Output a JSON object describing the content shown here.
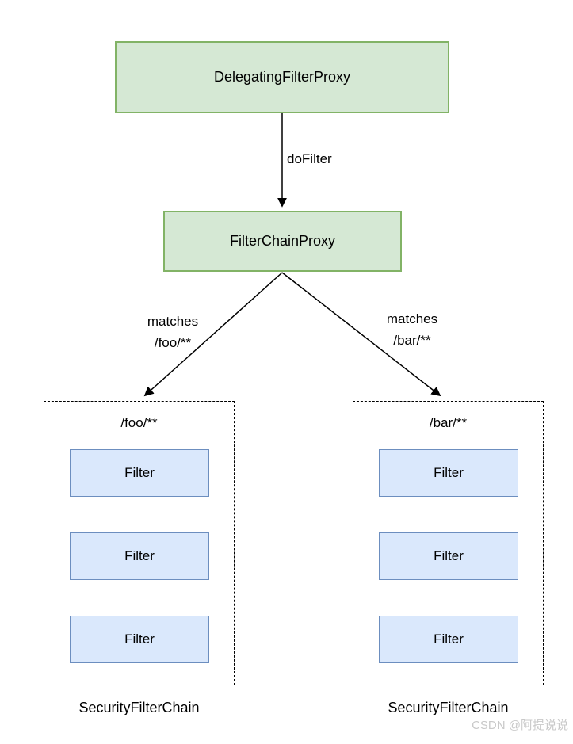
{
  "diagram": {
    "nodes": {
      "delegating_filter_proxy": "DelegatingFilterProxy",
      "filter_chain_proxy": "FilterChainProxy"
    },
    "edges": {
      "do_filter": "doFilter",
      "left_match": {
        "line1": "matches",
        "line2": "/foo/**"
      },
      "right_match": {
        "line1": "matches",
        "line2": "/bar/**"
      }
    },
    "left_chain": {
      "title": "/foo/**",
      "filters": [
        "Filter",
        "Filter",
        "Filter"
      ],
      "caption": "SecurityFilterChain"
    },
    "right_chain": {
      "title": "/bar/**",
      "filters": [
        "Filter",
        "Filter",
        "Filter"
      ],
      "caption": "SecurityFilterChain"
    },
    "watermark": "CSDN @阿提说说",
    "colors": {
      "node_fill": "#d5e8d4",
      "node_border": "#82b366",
      "filter_fill": "#dae8fc",
      "filter_border": "#6c8ebf",
      "line": "#000000",
      "watermark": "#c9c9c9"
    }
  }
}
